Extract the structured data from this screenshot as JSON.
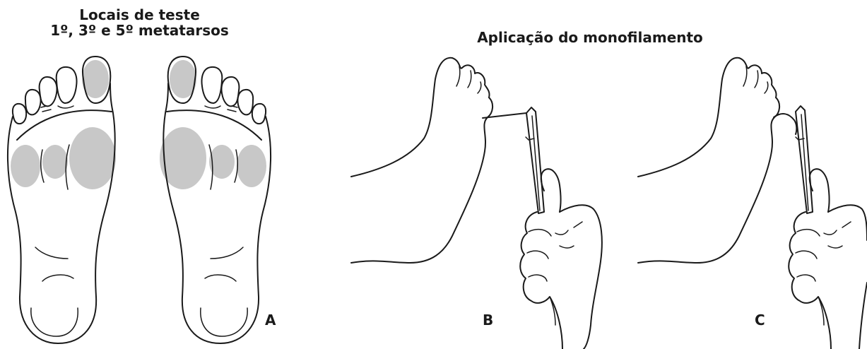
{
  "titles": {
    "left_line1": "Locais de teste",
    "left_line2": "1º, 3º e 5º metatarsos",
    "right": "Aplicação do monofilamento"
  },
  "panels": {
    "a": "A",
    "b": "B",
    "c": "C"
  },
  "colors": {
    "line": "#1a1a1a",
    "test_site_fill": "#c8c8c8",
    "background": "#ffffff"
  }
}
